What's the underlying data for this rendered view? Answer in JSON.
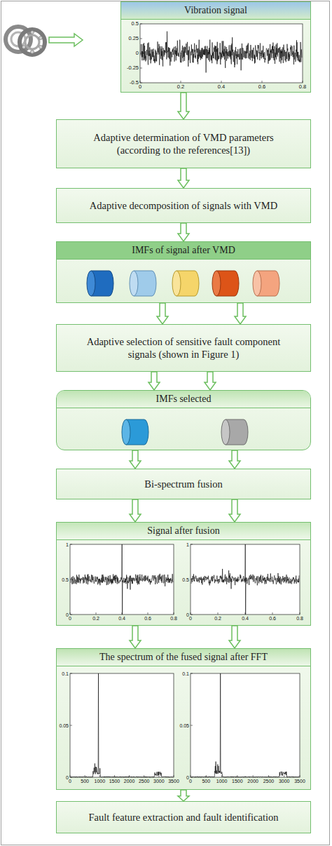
{
  "diagram": {
    "nodes": [
      {
        "text": [
          "Vibration signal"
        ]
      },
      {
        "text": [
          "Adaptive determination of VMD parameters (according to the references[13])"
        ]
      },
      {
        "text": [
          "Adaptive decomposition of signals with VMD"
        ]
      },
      {
        "text": [
          "IMFs of signal after VMD"
        ]
      },
      {
        "text": [
          "Adaptive selection of sensitive fault component signals (shown in Figure 1)"
        ]
      },
      {
        "text": [
          "IMFs selected"
        ]
      },
      {
        "text": [
          "Bi-spectrum fusion"
        ]
      },
      {
        "text": [
          "Signal after fusion"
        ]
      },
      {
        "text": [
          "The spectrum of the fused signal after FFT"
        ]
      },
      {
        "text": [
          "Fault feature extraction and fault identification"
        ]
      }
    ],
    "edges": [
      {
        "from": 0,
        "to": 1,
        "arrow": "to"
      },
      {
        "from": 1,
        "to": 2,
        "arrow": "to"
      },
      {
        "from": 2,
        "to": 3,
        "arrow": "to"
      },
      {
        "from": 3,
        "to": 4,
        "arrow": "to"
      },
      {
        "from": 3,
        "to": 4,
        "arrow": "to"
      },
      {
        "from": 4,
        "to": 5,
        "arrow": "to"
      },
      {
        "from": 4,
        "to": 5,
        "arrow": "to"
      },
      {
        "from": 5,
        "to": 6,
        "arrow": "to"
      },
      {
        "from": 5,
        "to": 6,
        "arrow": "to"
      },
      {
        "from": 6,
        "to": 7,
        "arrow": "to"
      },
      {
        "from": 6,
        "to": 7,
        "arrow": "to"
      },
      {
        "from": 7,
        "to": 8,
        "arrow": "to"
      },
      {
        "from": 7,
        "to": 8,
        "arrow": "to"
      },
      {
        "from": 8,
        "to": 9,
        "arrow": "to"
      }
    ],
    "labels": [
      "0.5",
      "0.25",
      "0",
      "-0.25",
      "-0.5",
      "0",
      "0.2",
      "0.4",
      "0.6",
      "0.8",
      "1",
      "0.5",
      "0",
      "0",
      "0.2",
      "0.4",
      "0.6",
      "0.8",
      "1",
      "0.5",
      "0",
      "0",
      "0.2",
      "0.4",
      "0.6",
      "0.8",
      "0.1",
      "0.05",
      "0",
      "0",
      "500",
      "1000",
      "1500",
      "2000",
      "2500",
      "3000",
      "3500",
      "0.1",
      "0.05",
      "0",
      "0",
      "500",
      "1000",
      "1500",
      "2000",
      "2500",
      "3000",
      "3500"
    ]
  }
}
